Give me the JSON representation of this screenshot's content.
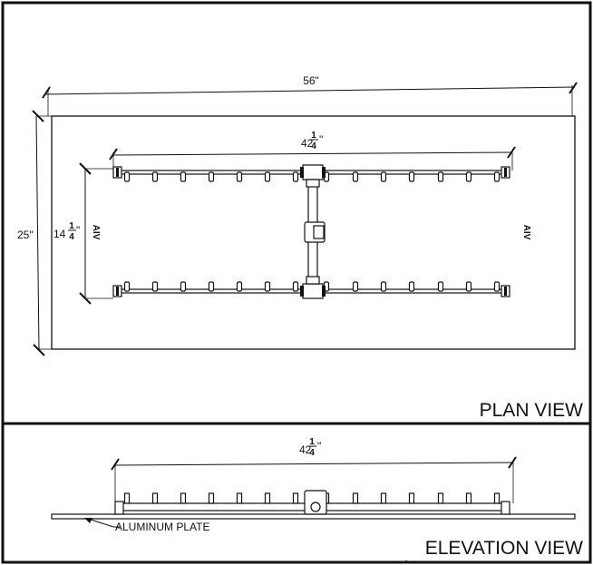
{
  "plan_view": {
    "label": "PLAN VIEW",
    "dim_width": "56\"",
    "dim_height": "25\"",
    "dim_burner_length": {
      "whole": "42",
      "num": "1",
      "den": "4",
      "unit": "\""
    },
    "dim_burner_spacing": {
      "whole": "14",
      "num": "1",
      "den": "4",
      "unit": "\""
    },
    "flow_marker": "AIV"
  },
  "elevation_view": {
    "label": "ELEVATION VIEW",
    "dim_burner_length": {
      "whole": "42",
      "num": "1",
      "den": "4",
      "unit": "\""
    },
    "callout": "ALUMINUM PLATE"
  }
}
